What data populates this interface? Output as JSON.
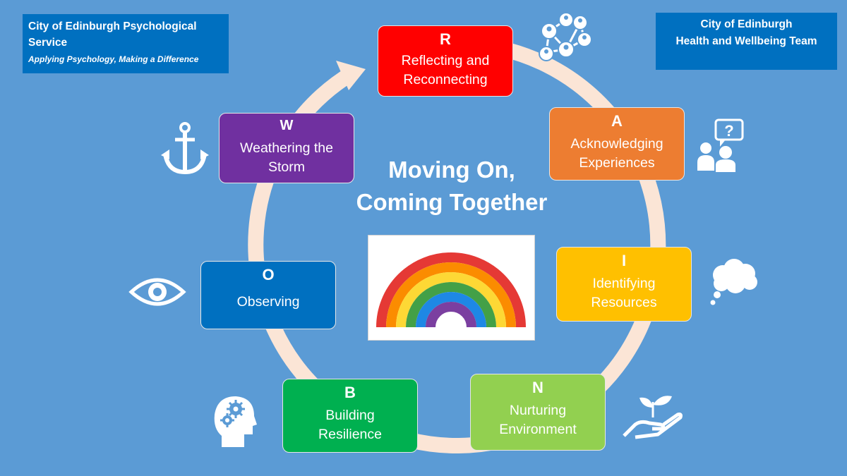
{
  "header_left": {
    "org_name": "City of Edinburgh  Psychological Service",
    "tagline": "Applying Psychology, Making a Difference"
  },
  "header_right": {
    "line1": "City of Edinburgh",
    "line2": "Health and Wellbeing Team"
  },
  "center_title": {
    "line1": "Moving On,",
    "line2": "Coming Together"
  },
  "steps": [
    {
      "letter": "R",
      "label_line1": "Reflecting and",
      "label_line2": "Reconnecting",
      "color": "#ff0000",
      "icon": "network-people-icon"
    },
    {
      "letter": "A",
      "label_line1": "Acknowledging",
      "label_line2": "Experiences",
      "color": "#ed7d31",
      "icon": "question-people-icon"
    },
    {
      "letter": "I",
      "label_line1": "Identifying",
      "label_line2": "Resources",
      "color": "#ffc000",
      "icon": "thought-cloud-icon"
    },
    {
      "letter": "N",
      "label_line1": "Nurturing",
      "label_line2": "Environment",
      "color": "#92d050",
      "icon": "hand-plant-icon"
    },
    {
      "letter": "B",
      "label_line1": "Building",
      "label_line2": "Resilience",
      "color": "#00b050",
      "icon": "head-gears-icon"
    },
    {
      "letter": "O",
      "label_line1": "Observing",
      "label_line2": "",
      "color": "#0070c0",
      "icon": "eye-icon"
    },
    {
      "letter": "W",
      "label_line1": "Weathering the",
      "label_line2": "Storm",
      "color": "#7030a0",
      "icon": "anchor-icon"
    }
  ],
  "colors": {
    "background": "#5b9bd5",
    "header_box": "#0070c0",
    "ring": "#fbe5d6"
  }
}
